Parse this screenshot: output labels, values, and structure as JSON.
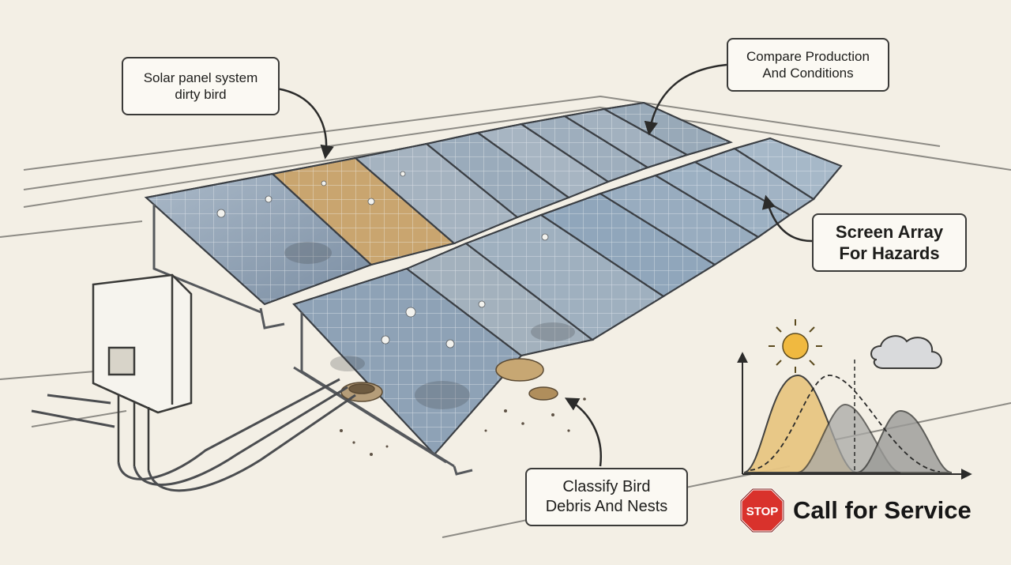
{
  "callouts": {
    "solar_panel": {
      "line1": "Solar panel system",
      "line2": "dirty bird"
    },
    "compare": {
      "line1": "Compare Production",
      "line2": "And Conditions"
    },
    "screen": {
      "line1": "Screen Array",
      "line2": "For Hazards"
    },
    "classify": {
      "line1": "Classify Bird",
      "line2": "Debris And Nests"
    }
  },
  "service": {
    "stop_sign_text": "STOP",
    "label": "Call for Service",
    "stop_color": "#d9322c"
  },
  "palette": {
    "background": "#f3efe5",
    "panel_blue": "#8fa3b8",
    "panel_dirty": "#c9a56f",
    "curve_yellow": "#e8c683",
    "curve_gray": "#a9a9a6",
    "sun": "#f0b940"
  },
  "icons": [
    "sun-icon",
    "cloud-icon",
    "stop-sign-icon",
    "inverter-icon",
    "bird-nest-icon"
  ]
}
